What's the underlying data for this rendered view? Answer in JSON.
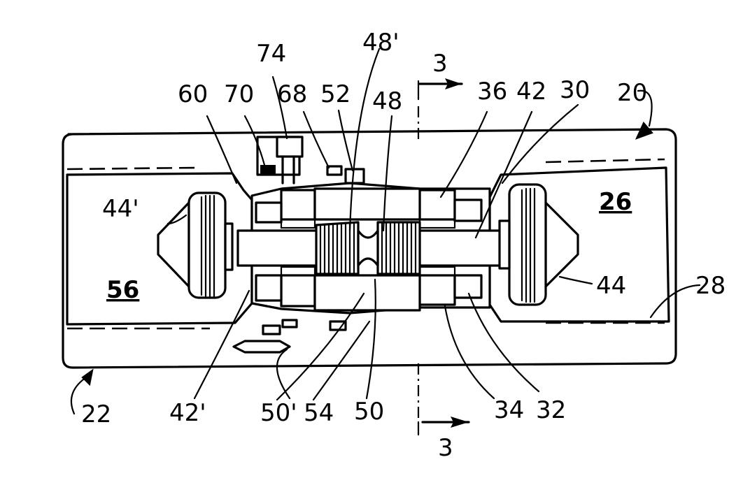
{
  "figure": {
    "reference_numerals": {
      "n20": "20",
      "n22": "22",
      "n26": "26",
      "n28": "28",
      "n30": "30",
      "n32": "32",
      "n34": "34",
      "n36": "36",
      "n42": "42",
      "n42p": "42'",
      "n44": "44",
      "n44p": "44'",
      "n48": "48",
      "n48p": "48'",
      "n50": "50",
      "n50p": "50'",
      "n52": "52",
      "n54": "54",
      "n56": "56",
      "n60": "60",
      "n68": "68",
      "n70": "70",
      "n74": "74",
      "section_top": "3",
      "section_bottom": "3"
    },
    "underlined_numerals": [
      "26",
      "56"
    ]
  }
}
